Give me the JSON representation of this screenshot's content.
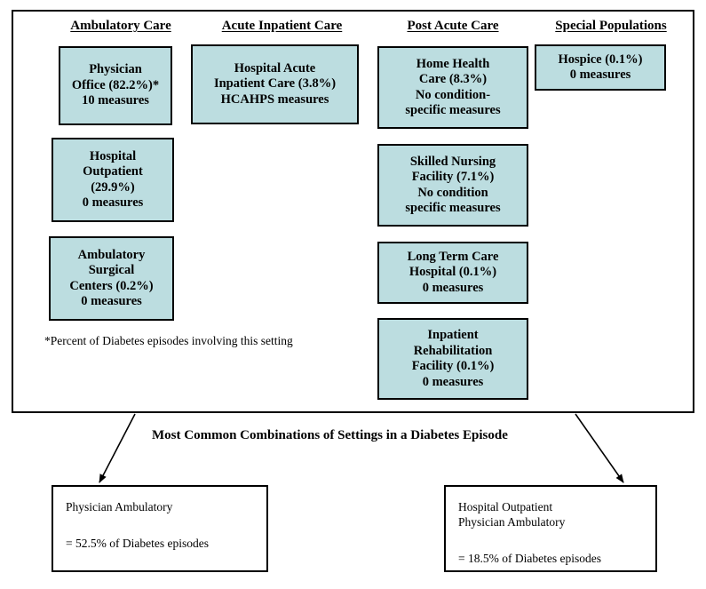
{
  "columns": [
    {
      "id": "ambulatory-care",
      "header": "Ambulatory Care"
    },
    {
      "id": "acute-inpatient-care",
      "header": "Acute Inpatient Care"
    },
    {
      "id": "post-acute-care",
      "header": "Post Acute Care"
    },
    {
      "id": "special-populations",
      "header": "Special Populations"
    }
  ],
  "settings": [
    {
      "id": "physician-office",
      "text": "Physician\nOffice (82.2%)*\n10 measures"
    },
    {
      "id": "hospital-outpatient",
      "text": "Hospital\nOutpatient\n(29.9%)\n0 measures"
    },
    {
      "id": "ambulatory-surgical-centers",
      "text": "Ambulatory\nSurgical\nCenters (0.2%)\n0 measures"
    },
    {
      "id": "hospital-acute-inpatient-care",
      "text": "Hospital Acute\nInpatient Care (3.8%)\nHCAHPS measures"
    },
    {
      "id": "home-health-care",
      "text": "Home Health\nCare (8.3%)\nNo condition-\nspecific measures"
    },
    {
      "id": "skilled-nursing-facility",
      "text": "Skilled Nursing\nFacility (7.1%)\nNo condition\nspecific measures"
    },
    {
      "id": "long-term-care-hospital",
      "text": "Long Term Care\nHospital (0.1%)\n0 measures"
    },
    {
      "id": "inpatient-rehabilitation-facility",
      "text": "Inpatient\nRehabilitation\nFacility (0.1%)\n0 measures"
    },
    {
      "id": "hospice",
      "text": "Hospice (0.1%)\n0 measures"
    }
  ],
  "footnote": "*Percent of Diabetes episodes involving this setting",
  "mid_caption": "Most Common Combinations of Settings in a Diabetes Episode",
  "combinations": [
    {
      "id": "physician-ambulatory",
      "settings": "Physician Ambulatory",
      "share": "= 52.5% of Diabetes episodes"
    },
    {
      "id": "hospital-outpatient-physician-ambulatory",
      "settings": "Hospital Outpatient\nPhysician Ambulatory",
      "share": "= 18.5% of Diabetes episodes"
    }
  ],
  "colors": {
    "box_fill": "#bcdde0",
    "border": "#000000",
    "background": "#ffffff"
  }
}
